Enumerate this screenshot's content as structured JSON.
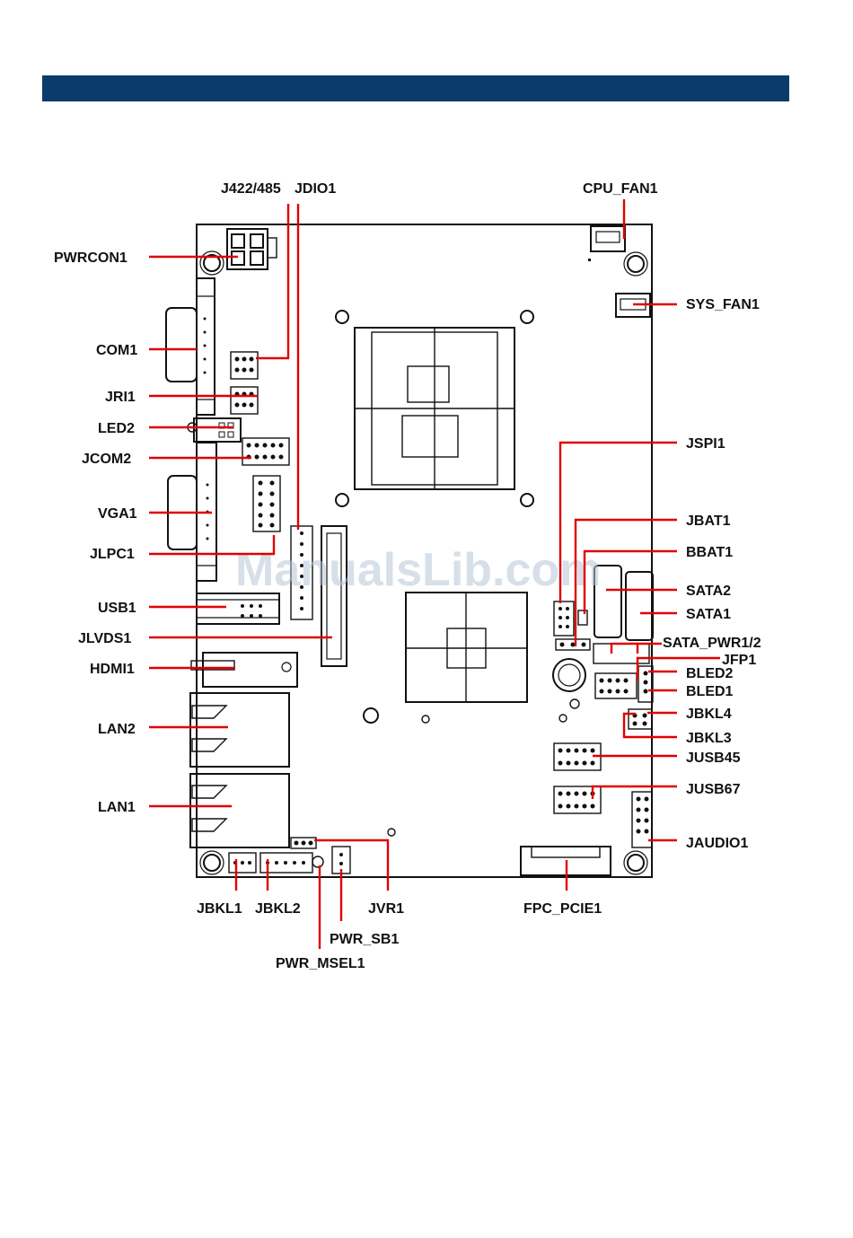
{
  "header": {
    "color": "#0b3b6b"
  },
  "watermark": "ManualsLib.com",
  "colors": {
    "leader": "#e00000",
    "outline": "#111111",
    "board_fill": "#ffffff",
    "watermark": "#9fb3c8"
  },
  "labels": {
    "j422_485": "J422/485",
    "jdio1": "JDIO1",
    "cpu_fan1": "CPU_FAN1",
    "pwrcon1": "PWRCON1",
    "sys_fan1": "SYS_FAN1",
    "com1": "COM1",
    "jri1": "JRI1",
    "led2": "LED2",
    "jcom2": "JCOM2",
    "jspi1": "JSPI1",
    "vga1": "VGA1",
    "jbat1": "JBAT1",
    "jlpc1": "JLPC1",
    "bbat1": "BBAT1",
    "sata2": "SATA2",
    "usb1": "USB1",
    "sata1": "SATA1",
    "jlvds1": "JLVDS1",
    "sata_pwr": "SATA_PWR1/2",
    "jfp1": "JFP1",
    "hdmi1": "HDMI1",
    "bled2": "BLED2",
    "bled1": "BLED1",
    "lan2": "LAN2",
    "jbkl4": "JBKL4",
    "jbkl3": "JBKL3",
    "jusb45": "JUSB45",
    "lan1": "LAN1",
    "jusb67": "JUSB67",
    "jaudio1": "JAUDIO1",
    "jbkl1": "JBKL1",
    "jbkl2": "JBKL2",
    "jvr1": "JVR1",
    "fpc_pcie1": "FPC_PCIE1",
    "pwr_sb1": "PWR_SB1",
    "pwr_msel1": "PWR_MSEL1"
  }
}
